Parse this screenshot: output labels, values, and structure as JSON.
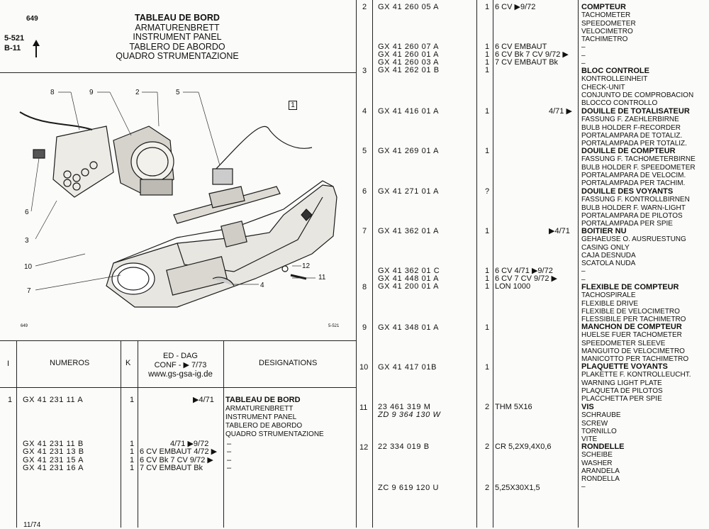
{
  "header": {
    "page_number": "649",
    "ref_lines": [
      "5-521",
      "B-11"
    ],
    "arrow": "up-arrow-icon",
    "titles": [
      "TABLEAU DE BORD",
      "ARMATURENBRETT",
      "INSTRUMENT PANEL",
      "TABLERO DE ABORDO",
      "QUADRO STRUMENTAZIONE"
    ]
  },
  "figure": {
    "callouts": [
      "8",
      "9",
      "2",
      "5",
      "6",
      "3",
      "10",
      "7",
      "12",
      "11",
      "4"
    ],
    "boxed_label": "1",
    "footer_left": "649",
    "footer_right": "5-521"
  },
  "table_header": {
    "col_i": "I",
    "col_numeros": "NUMEROS",
    "col_k": "K",
    "ed_lines": [
      "ED - DAG",
      "CONF - ▶ 7/73",
      "www.gs-gsa-ig.de"
    ],
    "col_designations": "DESIGNATIONS"
  },
  "left_entries": {
    "row1": {
      "index": "1",
      "parts": [
        "GX 41 231 11 A",
        "GX 41 231 11 B",
        "GX 41 231 13 B",
        "GX 41 231 15 A",
        "GX 41 231 16 A"
      ],
      "qty": [
        "1",
        "1",
        "1",
        "1",
        "1"
      ],
      "conf": [
        "▶4/71",
        "4/71 ▶9/72",
        "6 CV EMBAUT 4/72 ▶",
        "6 CV Bk 7 CV 9/72 ▶",
        "7 CV EMBAUT Bk"
      ],
      "designation_title": "TABLEAU DE BORD",
      "designation_lines": [
        "ARMATURENBRETT",
        "INSTRUMENT PANEL",
        "TABLERO DE ABORDO",
        "QUADRO STRUMENTAZIONE"
      ],
      "dashes": [
        "–",
        "–",
        "–",
        "–"
      ]
    },
    "footer": "11/74"
  },
  "right_entries": [
    {
      "index": "2",
      "parts": [
        "GX 41 260 05 A",
        "GX 41 260 07 A",
        "GX 41 260 01 A",
        "GX 41 260 03 A"
      ],
      "qty": [
        "1",
        "1",
        "1",
        "1"
      ],
      "conf": [
        "6 CV ▶9/72",
        "6 CV EMBAUT",
        "6 CV Bk 7 CV 9/72 ▶",
        "7 CV EMBAUT Bk"
      ],
      "title": "COMPTEUR",
      "lines": [
        "TACHOMETER",
        "SPEEDOMETER",
        "VELOCIMETRO",
        "TACHIMETRO",
        "–",
        "–",
        "–"
      ]
    },
    {
      "index": "3",
      "parts": [
        "GX 41 262 01 B"
      ],
      "qty": [
        "1"
      ],
      "conf": [
        ""
      ],
      "title": "BLOC CONTROLE",
      "lines": [
        "KONTROLLEINHEIT",
        "CHECK-UNIT",
        "CONJUNTO DE COMPROBACION",
        "BLOCCO CONTROLLO"
      ]
    },
    {
      "index": "4",
      "parts": [
        "GX 41 416 01 A"
      ],
      "qty": [
        "1"
      ],
      "conf": [
        "4/71 ▶"
      ],
      "title": "DOUILLE DE TOTALISATEUR",
      "lines": [
        "FASSUNG F. ZAEHLERBIRNE",
        "BULB HOLDER F-RECORDER",
        "PORTALAMPARA DE TOTALIZ.",
        "PORTALAMPADA PER TOTALIZ."
      ]
    },
    {
      "index": "5",
      "parts": [
        "GX 41 269 01 A"
      ],
      "qty": [
        "1"
      ],
      "conf": [
        ""
      ],
      "title": "DOUILLE DE COMPTEUR",
      "lines": [
        "FASSUNG F. TACHOMETERBIRNE",
        "BULB HOLDER F. SPEEDOMETER",
        "PORTALAMPARA DE VELOCIM.",
        "PORTALAMPADA PER TACHIM."
      ]
    },
    {
      "index": "6",
      "parts": [
        "GX 41 271 01 A"
      ],
      "qty": [
        "?"
      ],
      "conf": [
        ""
      ],
      "title": "DOUILLE DES VOYANTS",
      "lines": [
        "FASSUNG F. KONTROLLBIRNEN",
        "BULB HOLDER F. WARN-LIGHT",
        "PORTALAMPARA DE PILOTOS",
        "PORTALAMPADA PER SPIE"
      ]
    },
    {
      "index": "7",
      "parts": [
        "GX 41 362 01 A",
        "GX 41 362 01 C",
        "GX 41 448 01 A"
      ],
      "qty": [
        "1",
        "1",
        "1"
      ],
      "conf": [
        "▶4/71",
        "6 CV 4/71 ▶9/72",
        "6 CV 7 CV 9/72 ▶"
      ],
      "title": "BOITIER NU",
      "lines": [
        "GEHAEUSE O. AUSRUESTUNG",
        "CASING ONLY",
        "CAJA DESNUDA",
        "SCATOLA NUDA",
        "–",
        "–"
      ]
    },
    {
      "index": "8",
      "parts": [
        "GX 41 200 01 A"
      ],
      "qty": [
        "1"
      ],
      "conf": [
        "LON 1000"
      ],
      "title": "FLEXIBLE DE COMPTEUR",
      "lines": [
        "TACHOSPIRALE",
        "FLEXIBLE DRIVE",
        "FLEXIBLE DE VELOCIMETRO",
        "FLESSIBILE PER TACHIMETRO"
      ]
    },
    {
      "index": "9",
      "parts": [
        "GX 41 348 01 A"
      ],
      "qty": [
        "1"
      ],
      "conf": [
        ""
      ],
      "title": "MANCHON DE COMPTEUR",
      "lines": [
        "HUELSE FUER TACHOMETER",
        "SPEEDOMETER SLEEVE",
        "MANGUITO DE VELOCIMETRO",
        "MANICOTTO PER TACHIMETRO"
      ]
    },
    {
      "index": "10",
      "parts": [
        "GX 41 417 01B"
      ],
      "qty": [
        "1"
      ],
      "conf": [
        ""
      ],
      "title": "PLAQUETTE VOYANTS",
      "lines": [
        "PLAKETTE F. KONTROLLEUCHT.",
        "WARNING LIGHT PLATE",
        "PLAQUETA DE PILOTOS",
        "PLACCHETTA PER SPIE"
      ]
    },
    {
      "index": "11",
      "parts": [
        "23 461 319 M",
        "ZD 9 364 130 W"
      ],
      "qty": [
        "2"
      ],
      "conf": [
        "THM 5X16"
      ],
      "title": "VIS",
      "lines": [
        "SCHRAUBE",
        "SCREW",
        "TORNILLO",
        "VITE"
      ]
    },
    {
      "index": "12",
      "parts": [
        "22 334 019 B",
        "ZC 9 619 120 U"
      ],
      "qty": [
        "2",
        "2"
      ],
      "conf": [
        "CR 5,2X9,4X0,6",
        "5,25X30X1,5"
      ],
      "title": "RONDELLE",
      "lines": [
        "SCHEIBE",
        "WASHER",
        "ARANDELA",
        "RONDELLA",
        "–"
      ]
    }
  ],
  "colors": {
    "ink": "#111111",
    "paper": "#fbfbf9",
    "rule": "#222222"
  }
}
